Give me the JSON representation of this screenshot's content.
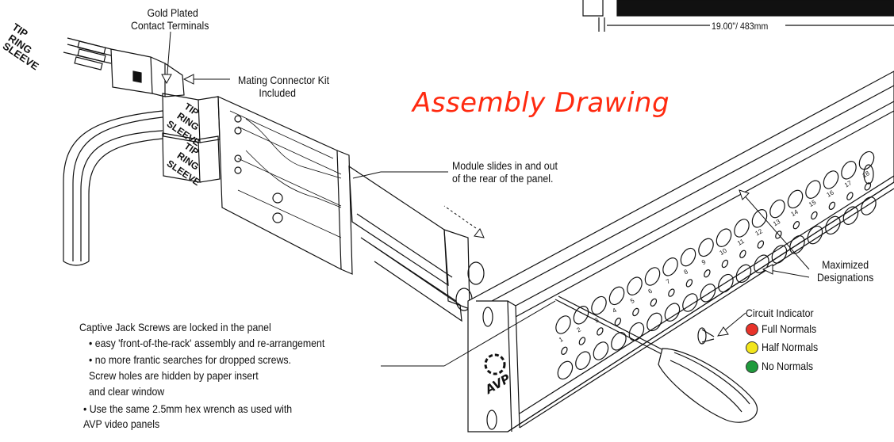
{
  "title": "Assembly Drawing",
  "dimension": {
    "width_label": "19.00\"/ 483mm"
  },
  "wire_labels": [
    "TIP",
    "RING",
    "SLEEVE"
  ],
  "labels": {
    "gold_plated": [
      "Gold Plated",
      "Contact Terminals"
    ],
    "mating_kit": [
      "Mating Connector Kit",
      "Included"
    ],
    "module_slides": [
      "Module slides in and out",
      "of the rear of the panel."
    ],
    "maximized": [
      "Maximized",
      "Designations"
    ],
    "circuit_indicator": "Circuit Indicator",
    "logo": "AVP"
  },
  "indicators": [
    {
      "label": "Full Normals",
      "color": "#e8332a"
    },
    {
      "label": "Half Normals",
      "color": "#f2e51b"
    },
    {
      "label": "No Normals",
      "color": "#1f9a3c"
    }
  ],
  "captive": {
    "heading": "Captive Jack Screws are locked in the panel",
    "bullets": [
      "• easy 'front-of-the-rack' assembly and re-arrangement",
      "• no more frantic searches for dropped screws.",
      "   Screw holes are hidden by paper insert",
      "   and clear window",
      "• Use the same 2.5mm hex wrench as used with",
      "   AVP video panels"
    ]
  },
  "jack_numbers": [
    "1",
    "2",
    "3",
    "4",
    "5",
    "6",
    "7",
    "8",
    "9",
    "10",
    "11",
    "12",
    "13",
    "14",
    "15",
    "16",
    "17",
    "18"
  ]
}
